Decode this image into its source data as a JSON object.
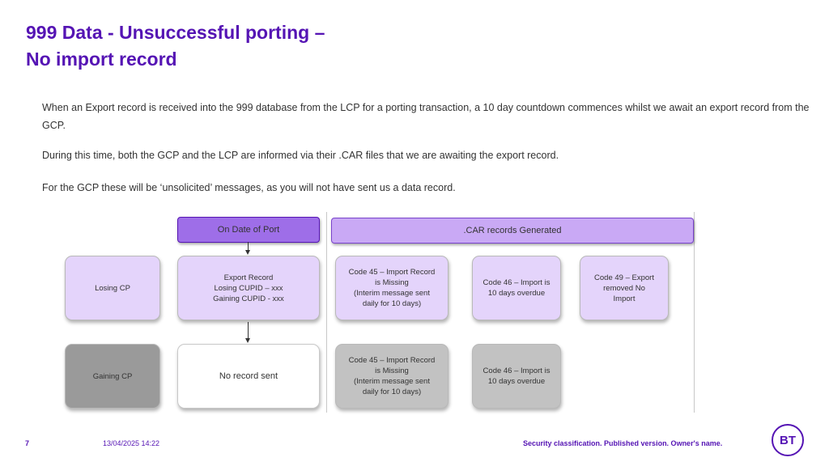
{
  "slide": {
    "title_line1": "999 Data - Unsuccessful porting –",
    "title_line2": "No import record",
    "paragraphs": [
      "When an Export record is received into the 999 database from the LCP for a porting transaction, a 10 day countdown commences whilst we await an export record from the GCP.",
      "During this time, both the GCP and the LCP are informed via their .CAR files that we are awaiting the export record.",
      "For the GCP these will be ‘unsolicited’ messages, as you will not have sent us a data record."
    ]
  },
  "diagram": {
    "header_port": "On Date of Port",
    "header_car": ".CAR records Generated",
    "losing_cp": "Losing CP",
    "gaining_cp": "Gaining CP",
    "export_record": "Export Record\nLosing CUPID – xxx\nGaining CUPID - xxx",
    "no_record": "No record sent",
    "code45_losing": "Code 45 – Import Record\nis Missing\n(Interim message sent\ndaily for 10 days)",
    "code46_losing": "Code 46 – Import is\n10 days overdue",
    "code49": "Code 49 – Export\nremoved No\nImport",
    "code45_gaining": "Code 45 – Import Record\nis Missing\n(Interim message sent\ndaily for 10 days)",
    "code46_gaining": "Code 46 – Import is\n10 days overdue"
  },
  "footer": {
    "page_number": "7",
    "date": "13/04/2025 14:22",
    "classification": "Security classification. Published version. Owner's name.",
    "logo_text": "BT"
  },
  "colors": {
    "brand_purple": "#5514b4",
    "header_port_fill": "#9e6ee8",
    "header_car_fill": "#c9a9f5",
    "lavender_box": "#e4d4fb",
    "grey_box": "#c2c2c2",
    "dark_grey_box": "#9a9a9a"
  }
}
